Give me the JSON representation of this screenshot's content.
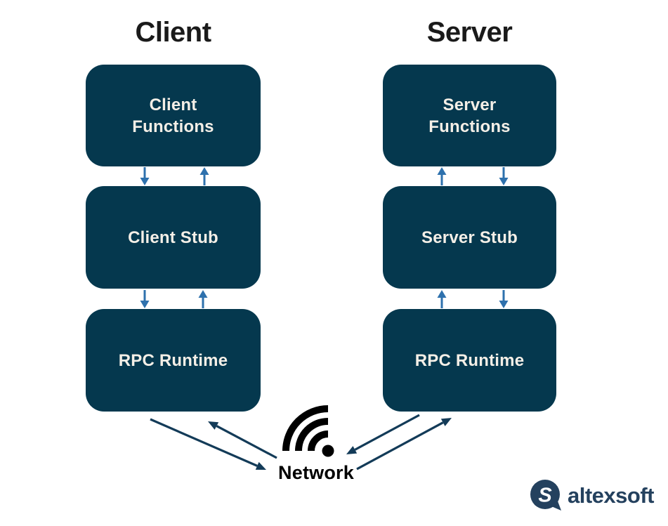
{
  "diagram": {
    "client": {
      "title": "Client",
      "boxes": [
        {
          "label": "Client\nFunctions"
        },
        {
          "label": "Client Stub"
        },
        {
          "label": "RPC Runtime"
        }
      ]
    },
    "server": {
      "title": "Server",
      "boxes": [
        {
          "label": "Server\nFunctions"
        },
        {
          "label": "Server Stub"
        },
        {
          "label": "RPC Runtime"
        }
      ]
    },
    "network": {
      "label": "Network",
      "icon": "wifi-icon"
    },
    "brand": {
      "name": "altexsoft",
      "icon": "altexsoft-logo-icon"
    }
  },
  "colors": {
    "background": "#FFFFFF",
    "box_fill": "#05384E",
    "box_text": "#F4EFE7",
    "title_text": "#1A1A1A",
    "small_arrow": "#2E71AD",
    "diagonal_arrow": "#133B58",
    "network_icon": "#000000",
    "brand": "#24415E"
  }
}
